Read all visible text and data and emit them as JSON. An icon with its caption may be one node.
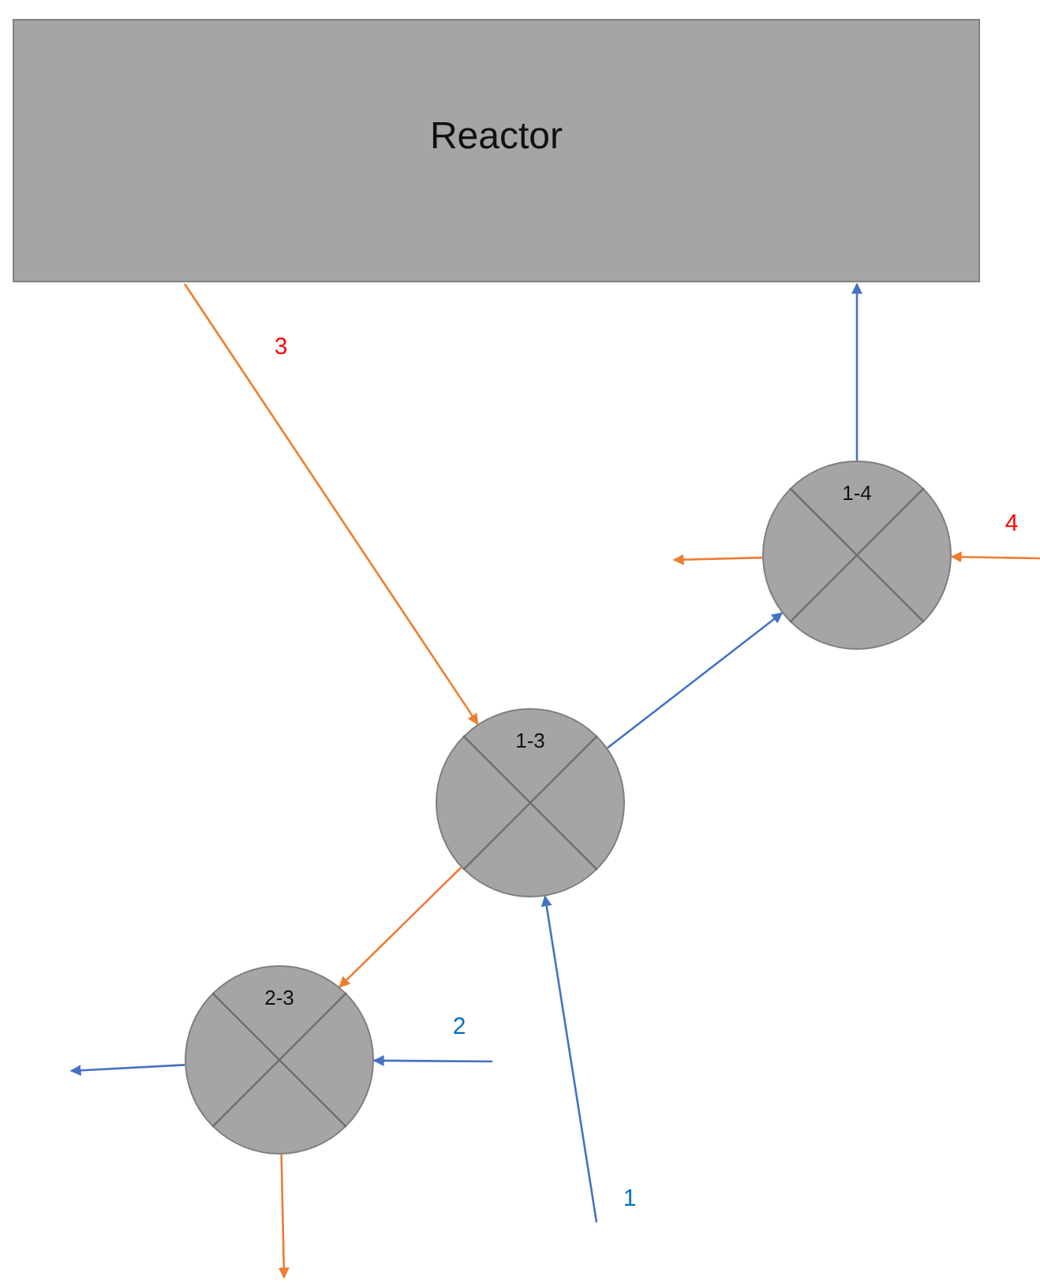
{
  "diagram": {
    "nodes": [
      {
        "text": [
          "Reactor"
        ]
      },
      {
        "text": [
          "1-4"
        ]
      },
      {
        "text": [
          "1-3"
        ]
      },
      {
        "text": [
          "2-3"
        ]
      }
    ],
    "edges": [
      {
        "from": 1,
        "to": 0,
        "arrow": "to",
        "color": "#4472c4"
      },
      {
        "from": 0,
        "to": 2,
        "arrow": "to",
        "label": "3",
        "color": "#ed7d31"
      },
      {
        "from": 2,
        "to": 1,
        "arrow": "to",
        "color": "#4472c4"
      },
      {
        "from": 2,
        "to": 3,
        "arrow": "to",
        "color": "#ed7d31"
      },
      {
        "from": null,
        "to": 2,
        "arrow": "to",
        "label": "1",
        "color": "#4472c4"
      },
      {
        "from": null,
        "to": 1,
        "arrow": "to",
        "label": "4",
        "color": "#ed7d31"
      },
      {
        "from": 1,
        "to": null,
        "arrow": "to",
        "color": "#ed7d31"
      },
      {
        "from": null,
        "to": 3,
        "arrow": "to",
        "label": "2",
        "color": "#4472c4"
      },
      {
        "from": 3,
        "to": null,
        "arrow": "to",
        "color": "#4472c4"
      },
      {
        "from": 3,
        "to": null,
        "arrow": "to",
        "color": "#ed7d31"
      }
    ]
  }
}
